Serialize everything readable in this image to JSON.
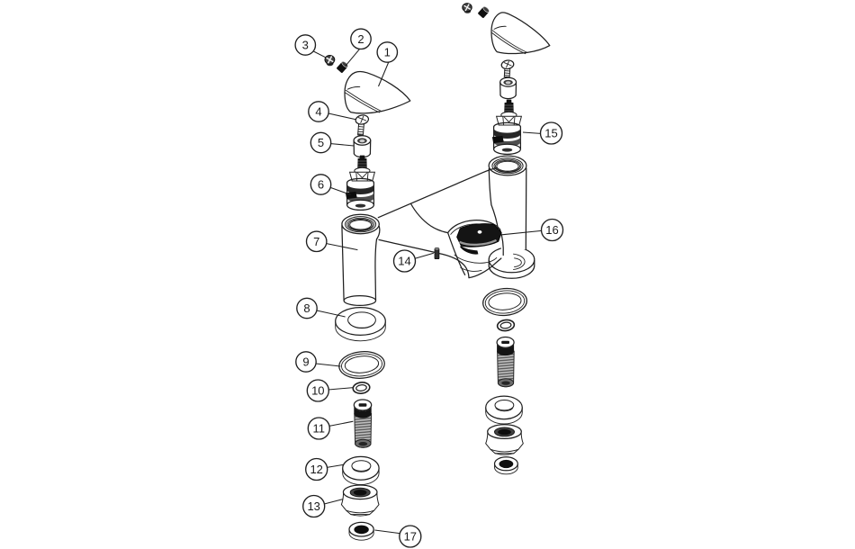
{
  "diagram": {
    "background": "#ffffff",
    "line_color": "#1f1f1f",
    "rubber_black": "#111111",
    "thread_gray": "#a4a4a4",
    "band_dark": "#262626",
    "band_mid": "#4e4e4e",
    "callouts": [
      {
        "number": "1"
      },
      {
        "number": "2"
      },
      {
        "number": "3"
      },
      {
        "number": "4"
      },
      {
        "number": "5"
      },
      {
        "number": "6"
      },
      {
        "number": "7"
      },
      {
        "number": "8"
      },
      {
        "number": "9"
      },
      {
        "number": "10"
      },
      {
        "number": "11"
      },
      {
        "number": "12"
      },
      {
        "number": "13"
      },
      {
        "number": "14"
      },
      {
        "number": "15"
      },
      {
        "number": "16"
      },
      {
        "number": "17"
      }
    ]
  }
}
